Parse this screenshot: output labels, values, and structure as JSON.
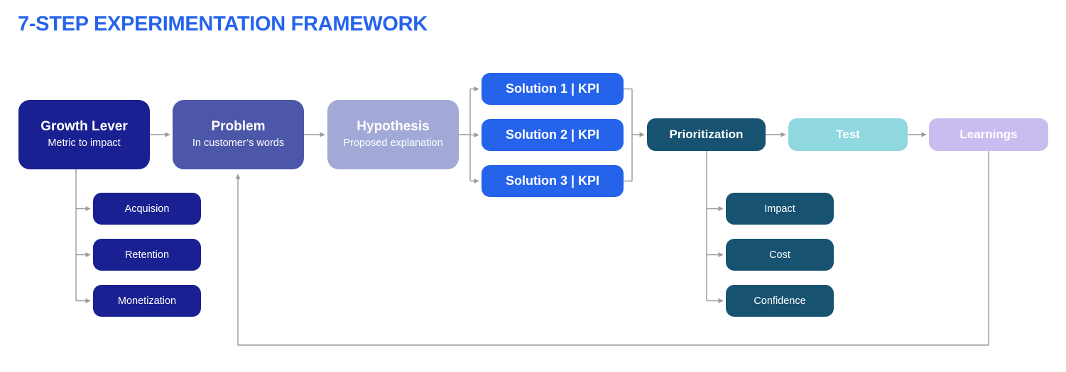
{
  "title": "7-STEP EXPERIMENTATION FRAMEWORK",
  "colors": {
    "title_blue": "#2563eb",
    "navy": "#192091",
    "indigo": "#4c57a9",
    "periwinkle": "#a2a9d6",
    "bright_blue": "#2563eb",
    "teal": "#175270",
    "cyan": "#8fd8e0",
    "lavender": "#c9bdf0",
    "connector_gray": "#9a9a9a"
  },
  "steps": {
    "growth_lever": {
      "title": "Growth Lever",
      "subtitle": "Metric to impact"
    },
    "problem": {
      "title": "Problem",
      "subtitle": "In customer’s words"
    },
    "hypothesis": {
      "title": "Hypothesis",
      "subtitle": "Proposed explanation"
    },
    "solutions": [
      {
        "label": "Solution 1 | KPI"
      },
      {
        "label": "Solution 2 | KPI"
      },
      {
        "label": "Solution 3 | KPI"
      }
    ],
    "prioritization": {
      "label": "Prioritization"
    },
    "test": {
      "label": "Test"
    },
    "learnings": {
      "label": "Learnings"
    }
  },
  "growth_lever_metrics": [
    {
      "label": "Acquision"
    },
    {
      "label": "Retention"
    },
    {
      "label": "Monetization"
    }
  ],
  "prioritization_criteria": [
    {
      "label": "Impact"
    },
    {
      "label": "Cost"
    },
    {
      "label": "Confidence"
    }
  ]
}
